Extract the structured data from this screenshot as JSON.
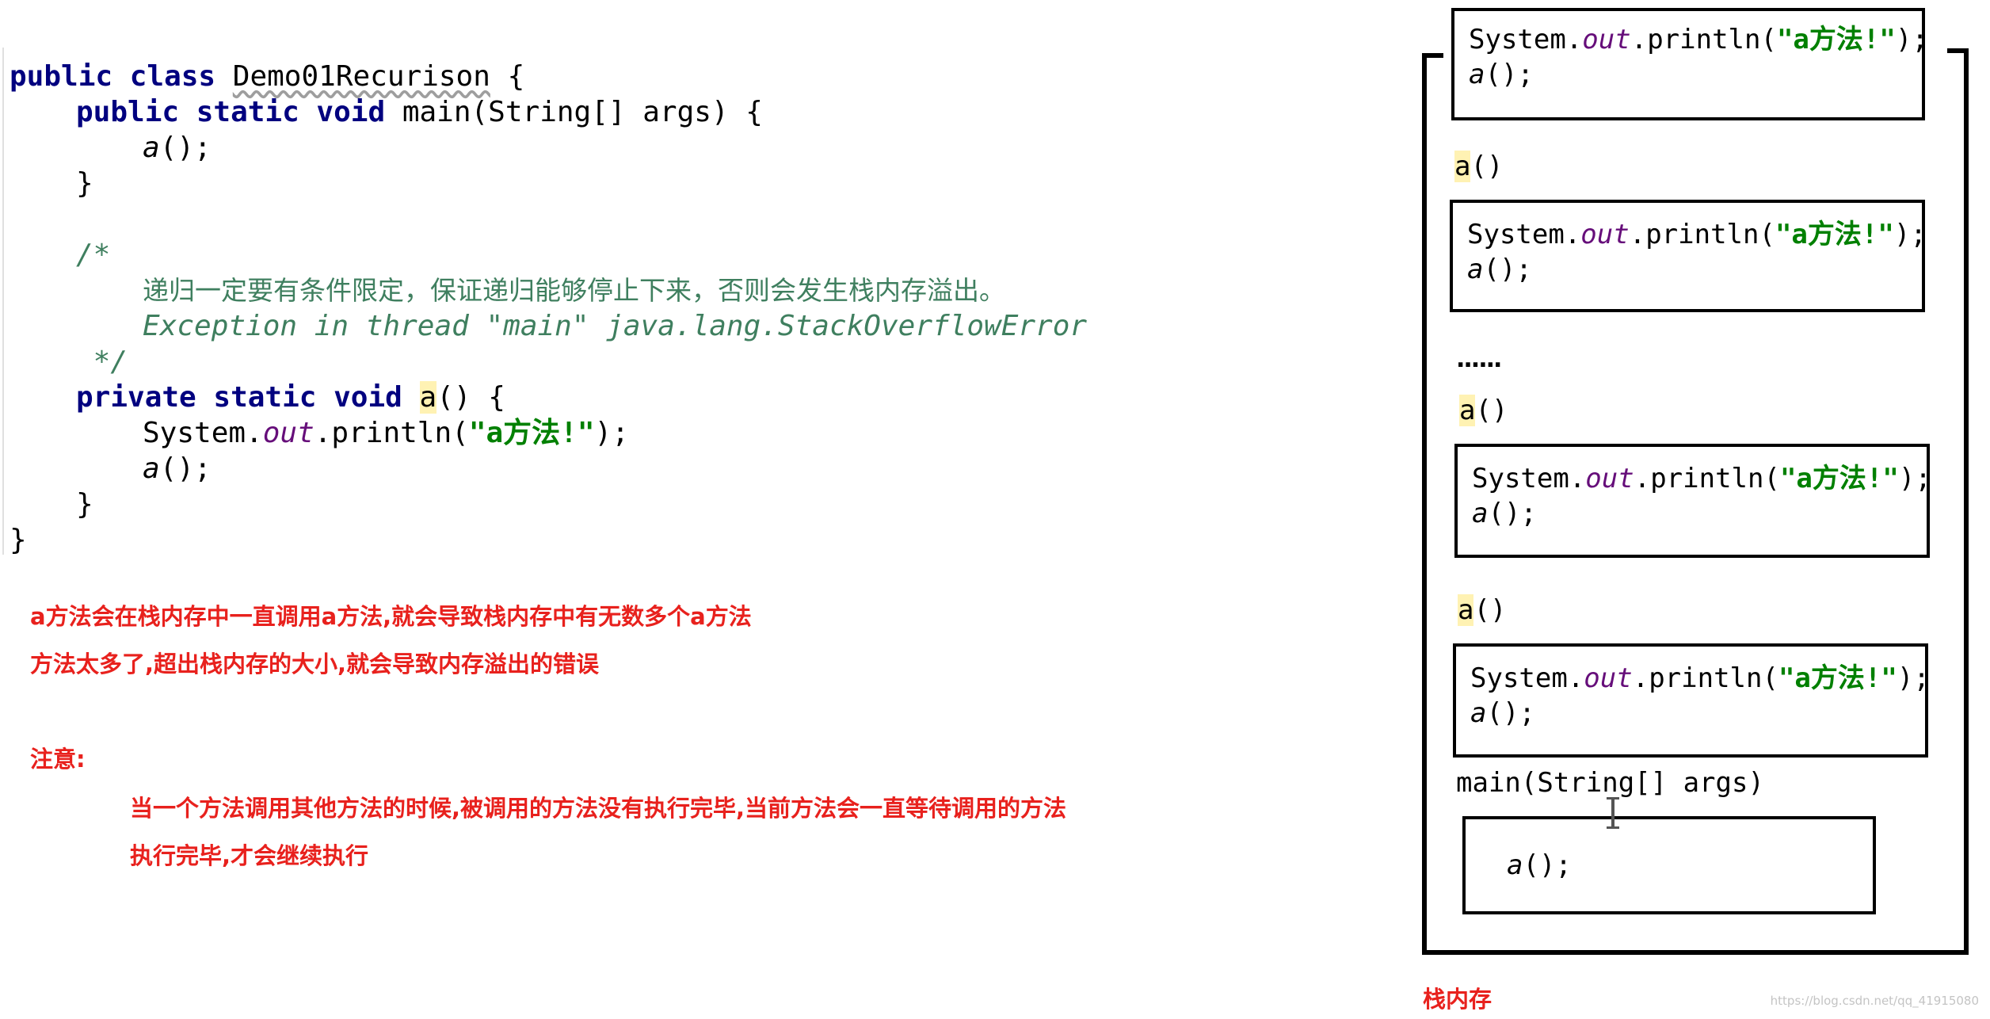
{
  "code": {
    "l1_kw": "public class",
    "l1_name": "Demo01Recurison",
    "l1_brace": " {",
    "l2_kw": "public static void",
    "l2_rest": " main(String[] args) {",
    "l3_call": "a",
    "l3_end": "();",
    "l4": "}",
    "c_open": "/*",
    "c_zh": "递归一定要有条件限定，保证递归能够停止下来，否则会发生栈内存溢出。",
    "c_en": "Exception in thread \"main\" java.lang.StackOverflowError",
    "c_close": " */",
    "l9_kw": "private static void",
    "l9_sp": " ",
    "l9_name": "a",
    "l9_rest": "() {",
    "l10_a": "System.",
    "l10_field": "out",
    "l10_b": ".println(",
    "l10_str": "\"a方法!\"",
    "l10_c": ");",
    "l11_call": "a",
    "l11_end": "();",
    "l12": "}",
    "l13": "}"
  },
  "notes": {
    "n1": "a方法会在栈内存中一直调用a方法,就会导致栈内存中有无数多个a方法",
    "n2": "方法太多了,超出栈内存的大小,就会导致内存溢出的错误",
    "n3": "注意:",
    "n4": "当一个方法调用其他方法的时候,被调用的方法没有执行完毕,当前方法会一直等待调用的方法",
    "n5": "执行完毕,才会继续执行"
  },
  "stack": {
    "sys": "System.",
    "out": "out",
    "println": ".println(",
    "str": "\"a方法!\"",
    "close": ");",
    "call": "a",
    "call_end": "();",
    "label_a": "a",
    "label_paren": "()",
    "dots": "......",
    "main_label": "main(String[] args)",
    "main_call": "a",
    "main_call_end": "();",
    "title": "栈内存"
  },
  "watermark": "https://blog.csdn.net/qq_41915080"
}
